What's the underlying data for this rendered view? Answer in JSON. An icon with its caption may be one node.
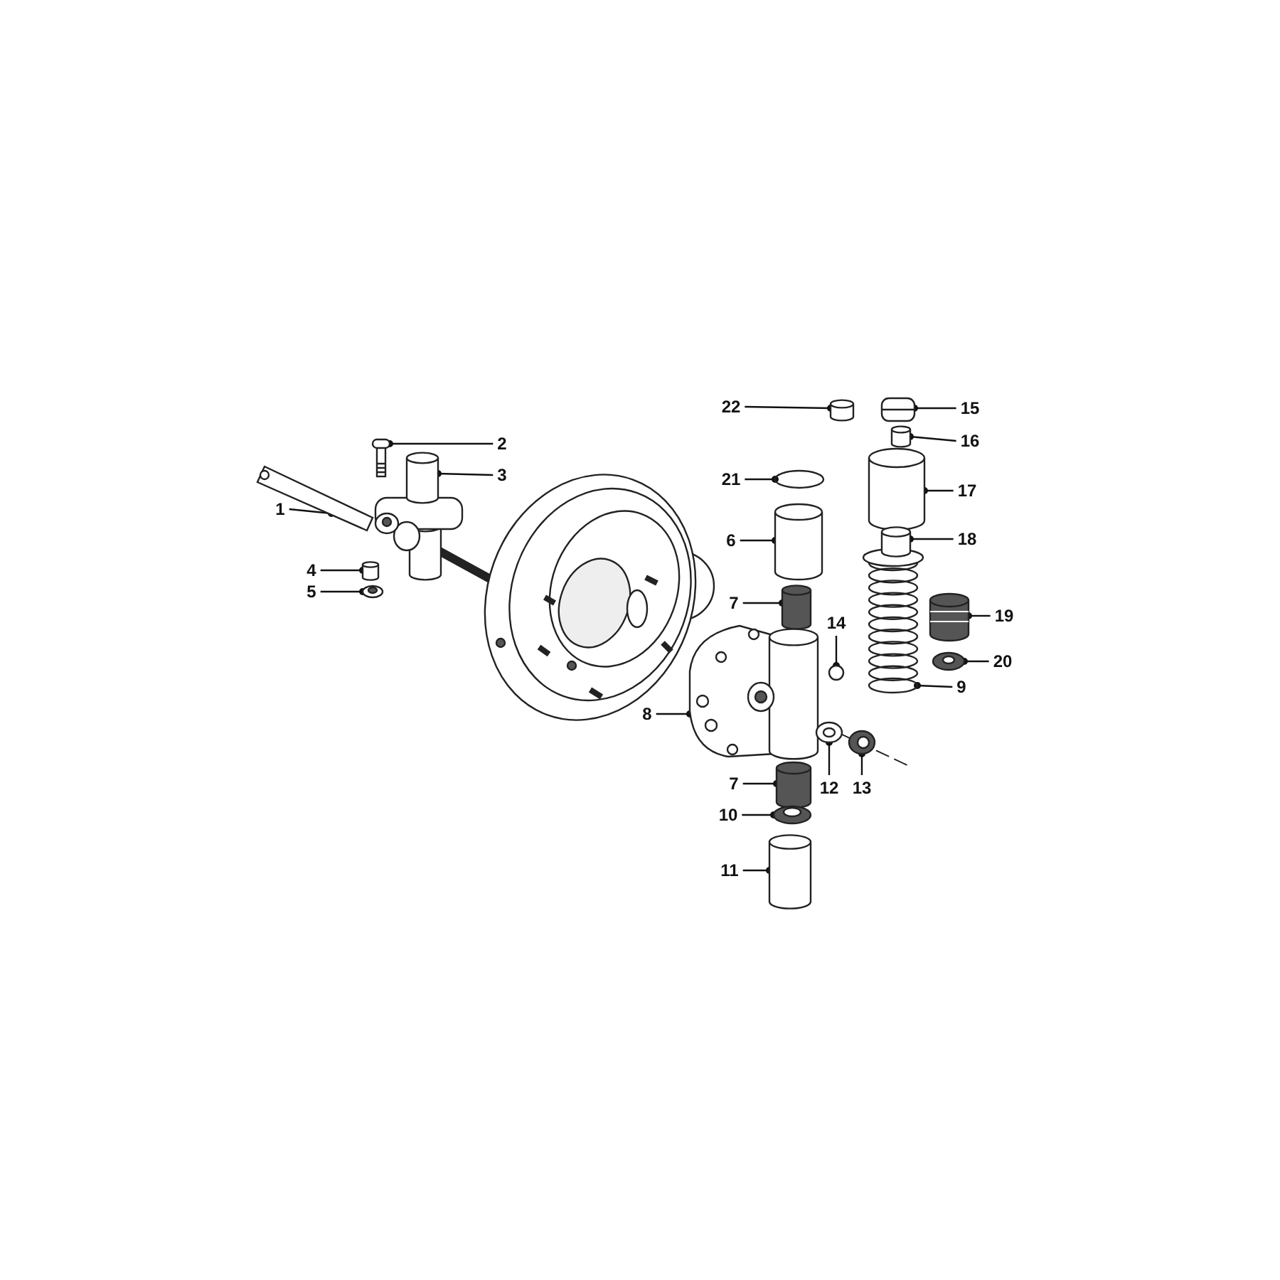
{
  "diagram": {
    "nodes": [
      {
        "text": [
          "1"
        ]
      },
      {
        "text": [
          "2"
        ]
      },
      {
        "text": [
          "3"
        ]
      },
      {
        "text": [
          "4"
        ]
      },
      {
        "text": [
          "5"
        ]
      },
      {
        "text": [
          "6"
        ]
      },
      {
        "text": [
          "7"
        ]
      },
      {
        "text": [
          "7"
        ]
      },
      {
        "text": [
          "8"
        ]
      },
      {
        "text": [
          "9"
        ]
      },
      {
        "text": [
          "10"
        ]
      },
      {
        "text": [
          "11"
        ]
      },
      {
        "text": [
          "12"
        ]
      },
      {
        "text": [
          "13"
        ]
      },
      {
        "text": [
          "14"
        ]
      },
      {
        "text": [
          "15"
        ]
      },
      {
        "text": [
          "16"
        ]
      },
      {
        "text": [
          "17"
        ]
      },
      {
        "text": [
          "18"
        ]
      },
      {
        "text": [
          "19"
        ]
      },
      {
        "text": [
          "20"
        ]
      },
      {
        "text": [
          "21"
        ]
      },
      {
        "text": [
          "22"
        ]
      },
      {
        "text": [],
        "shape": "picture"
      },
      {
        "text": [],
        "shape": "picture"
      },
      {
        "text": [],
        "shape": "picture"
      },
      {
        "text": [],
        "shape": "cylinder"
      },
      {
        "text": [],
        "shape": "picture"
      },
      {
        "text": [],
        "shape": "cylinder"
      },
      {
        "text": [],
        "shape": "cylinder"
      },
      {
        "text": [],
        "shape": "cylinder"
      },
      {
        "text": [],
        "shape": "picture"
      },
      {
        "text": [],
        "shape": "picture"
      },
      {
        "text": [],
        "shape": "picture"
      },
      {
        "text": [],
        "shape": "cylinder"
      },
      {
        "text": [],
        "shape": "picture"
      },
      {
        "text": [],
        "shape": "picture"
      },
      {
        "text": [],
        "shape": "circle"
      },
      {
        "text": [],
        "shape": "picture"
      },
      {
        "text": [],
        "shape": "cylinder"
      },
      {
        "text": [],
        "shape": "picture"
      },
      {
        "text": [],
        "shape": "picture"
      },
      {
        "text": [],
        "shape": "picture"
      },
      {
        "text": [],
        "shape": "picture"
      },
      {
        "text": [],
        "shape": "circle"
      },
      {
        "text": [],
        "shape": "cylinder"
      }
    ],
    "edges": [
      {
        "from": 0,
        "to": 23,
        "arrow": "other"
      },
      {
        "from": 1,
        "to": 24,
        "arrow": "other"
      },
      {
        "from": 2,
        "to": 25,
        "arrow": "other"
      },
      {
        "from": 3,
        "to": 26,
        "arrow": "other"
      },
      {
        "from": 4,
        "to": 27,
        "arrow": "other"
      },
      {
        "from": 5,
        "to": 28,
        "arrow": "other"
      },
      {
        "from": 6,
        "to": 29,
        "arrow": "other"
      },
      {
        "from": 7,
        "to": 30,
        "arrow": "other"
      },
      {
        "from": 8,
        "to": 31,
        "arrow": "other"
      },
      {
        "from": 9,
        "to": 32,
        "arrow": "other"
      },
      {
        "from": 10,
        "to": 33,
        "arrow": "other"
      },
      {
        "from": 11,
        "to": 34,
        "arrow": "other"
      },
      {
        "from": 12,
        "to": 35,
        "arrow": "other"
      },
      {
        "from": 13,
        "to": 36,
        "arrow": "other"
      },
      {
        "from": 14,
        "to": 37,
        "arrow": "other"
      },
      {
        "from": 15,
        "to": 38,
        "arrow": "other"
      },
      {
        "from": 16,
        "to": 39,
        "arrow": "other"
      },
      {
        "from": 17,
        "to": 40,
        "arrow": "other"
      },
      {
        "from": 18,
        "to": 41,
        "arrow": "other"
      },
      {
        "from": 19,
        "to": 42,
        "arrow": "other"
      },
      {
        "from": 20,
        "to": 43,
        "arrow": "other"
      },
      {
        "from": 21,
        "to": 44,
        "arrow": "other"
      },
      {
        "from": 22,
        "to": 45,
        "arrow": "other"
      }
    ]
  }
}
